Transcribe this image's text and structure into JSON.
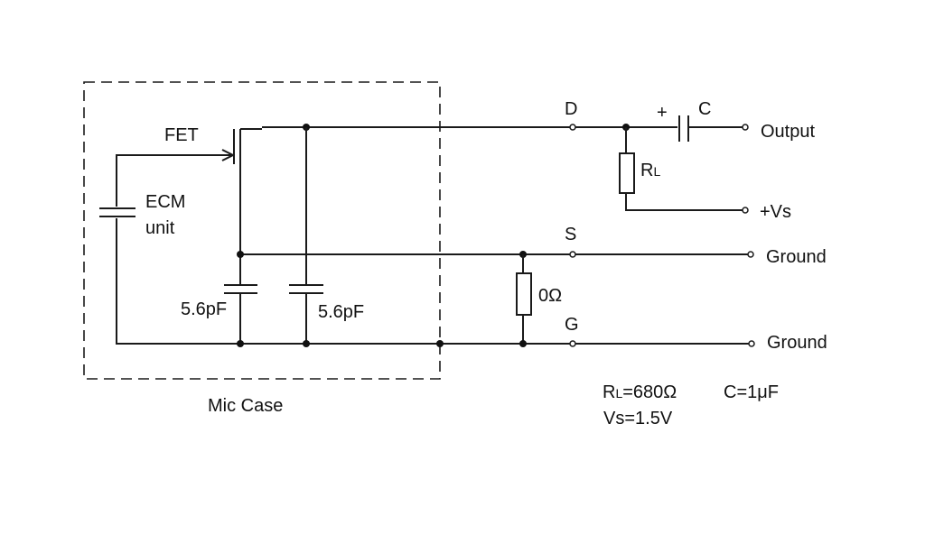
{
  "labels": {
    "fet": "FET",
    "ecm_line1": "ECM",
    "ecm_line2": "unit",
    "cap1": "5.6pF",
    "cap2": "5.6pF",
    "mic_case": "Mic Case",
    "zero_ohm": "0Ω",
    "d": "D",
    "s": "S",
    "g": "G",
    "plus": "+",
    "c": "C",
    "r": "R",
    "l_sub": "L",
    "output": "Output",
    "vs": "+Vs",
    "ground1": "Ground",
    "ground2": "Ground",
    "spec_rl_r": "R",
    "spec_rl_l": "L",
    "spec_rl_value": "=680Ω",
    "spec_c": "C=1μF",
    "spec_vs": "Vs=1.5V"
  },
  "colors": {
    "line": "#1a1a1a",
    "background": "#ffffff"
  }
}
